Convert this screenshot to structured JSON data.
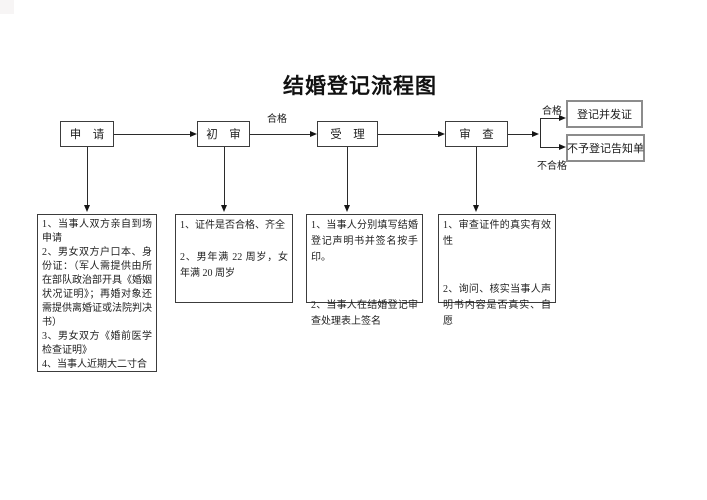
{
  "title": "结婚登记流程图",
  "flow": {
    "steps": [
      {
        "id": "apply",
        "label": "申　请"
      },
      {
        "id": "initial-review",
        "label": "初　审"
      },
      {
        "id": "accept",
        "label": "受　理"
      },
      {
        "id": "review",
        "label": "审　查"
      }
    ],
    "labels": {
      "qualified_mid": "合格",
      "qualified_branch": "合格",
      "unqualified_branch": "不合格"
    },
    "outcomes": [
      {
        "id": "register-and-issue-certificate",
        "label": "登记并发证"
      },
      {
        "id": "non-registration-notice",
        "label": "不予登记告知单"
      }
    ]
  },
  "details": [
    {
      "text": "1、当事人双方亲自到场申请\n2、男女双方户口本、身份证：（军人需提供由所在部队政治部开具《婚姻状况证明》；再婚对象还需提供离婚证或法院判决书）\n3、男女双方《婚前医学检查证明》\n4、当事人近期大二寸合"
    },
    {
      "text": "1、证件是否合格、齐全\n\n2、男年满 22 周岁，女年满 20 周岁"
    },
    {
      "text": "1、当事人分别填写结婚登记声明书并签名按手印。\n\n\n2、当事人在结婚登记审查处理表上签名"
    },
    {
      "text": "1、审查证件的真实有效性\n\n\n2、询问、核实当事人声明书内容是否真实、自愿"
    }
  ]
}
